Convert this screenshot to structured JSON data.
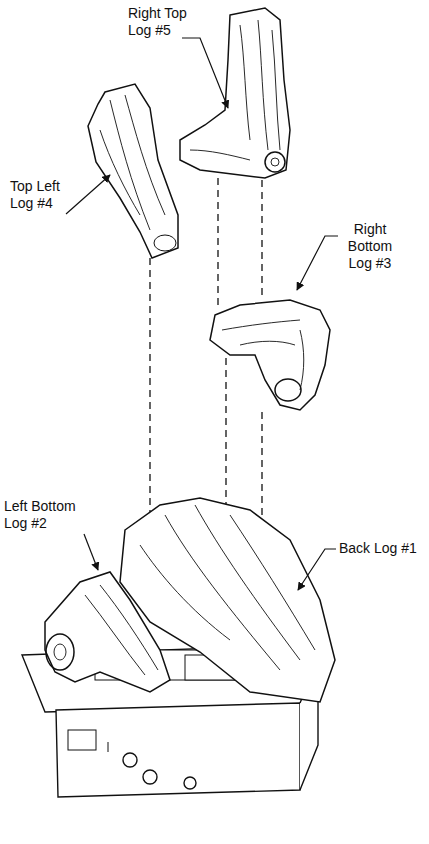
{
  "diagram": {
    "labels": [
      "Right Top Log #5",
      "Top Left Log #4",
      "Right Bottom Log #3",
      "Left Bottom Log #2",
      "Back Log #1"
    ]
  }
}
